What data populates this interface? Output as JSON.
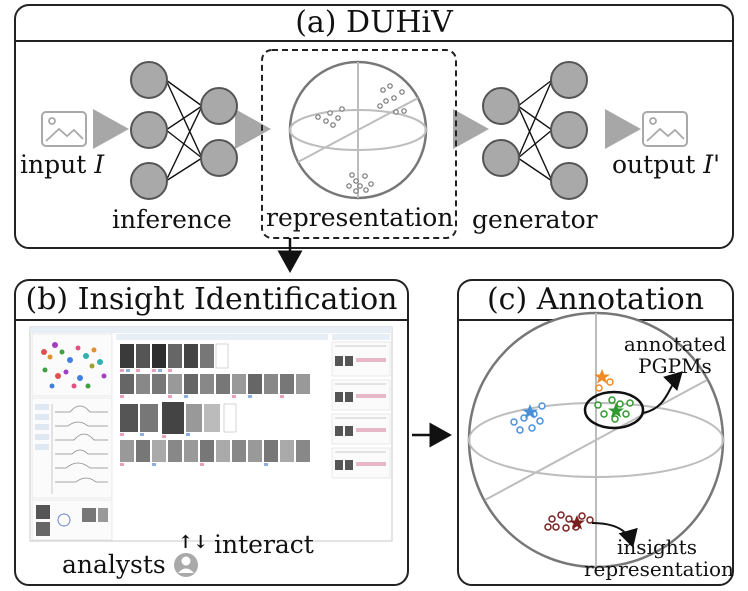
{
  "panel_a": {
    "title": "(a) DUHiV",
    "input_label": "input ",
    "input_symbol": "I",
    "inference_label": "inference",
    "representation_label": "representation",
    "generator_label": "generator",
    "output_label": "output ",
    "output_symbol": "I'"
  },
  "panel_b": {
    "title": "(b) Insight Identification",
    "analysts_label": "analysts",
    "interact_label": "interact",
    "interact_arrows": "↑↓"
  },
  "panel_c": {
    "title": "(c) Annotation",
    "annotated_label_line1": "annotated",
    "annotated_label_line2": "PGPMs",
    "insights_label_line1": "insights",
    "insights_label_line2": "representation"
  },
  "colors": {
    "node_fill": "#a9a9a9",
    "node_stroke": "#555555",
    "arrow_gray": "#a7a7a7",
    "sphere_line": "#bdbdbd",
    "blue": "#4a90d9",
    "orange": "#f08a24",
    "green": "#2e9a2e",
    "darkred": "#7a1f1f"
  }
}
